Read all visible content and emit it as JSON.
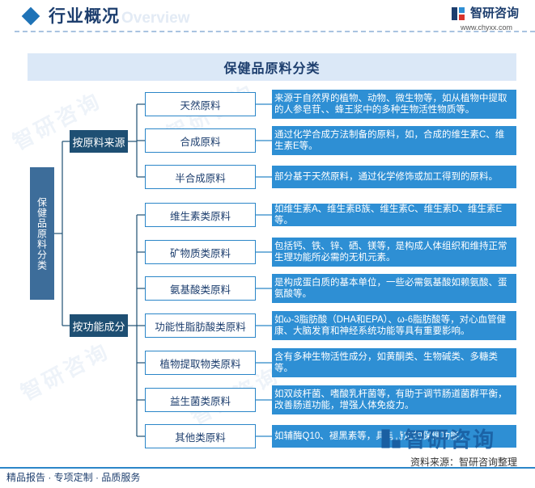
{
  "header": {
    "title": "行业概况",
    "ghost_text": "Overview",
    "brand_name": "智研咨询",
    "brand_url": "www.chyxx.com"
  },
  "diagram": {
    "title": "保健品原料分类",
    "root": "保健品原料分类",
    "branches": [
      {
        "label": "按原料来源",
        "items": [
          {
            "name": "天然原料",
            "desc": "来源于自然界的植物、动物、微生物等，如从植物中提取的人参皂苷、、蜂王浆中的多种生物活性物质等。"
          },
          {
            "name": "合成原料",
            "desc": "通过化学合成方法制备的原料，如，合成的维生素C、维生素E等。"
          },
          {
            "name": "半合成原料",
            "desc": "部分基于天然原料，通过化学修饰或加工得到的原料。"
          }
        ]
      },
      {
        "label": "按功能成分",
        "items": [
          {
            "name": "维生素类原料",
            "desc": "如维生素A、维生素B族、维生素C、维生素D、维生素E等。"
          },
          {
            "name": "矿物质类原料",
            "desc": "包括钙、铁、锌、硒、镁等，是构成人体组织和维持正常生理功能所必需的无机元素。"
          },
          {
            "name": "氨基酸类原料",
            "desc": "是构成蛋白质的基本单位，一些必需氨基酸如赖氨酸、蛋氨酸等。"
          },
          {
            "name": "功能性脂肪酸类原料",
            "desc": "如ω-3脂肪酸（DHA和EPA）、ω-6脂肪酸等，对心血管健康、大脑发育和神经系统功能等具有重要影响。"
          },
          {
            "name": "植物提取物类原料",
            "desc": "含有多种生物活性成分，如黄酮类、生物碱类、多糖类等。"
          },
          {
            "name": "益生菌类原料",
            "desc": "如双歧杆菌、嗜酸乳杆菌等，有助于调节肠道菌群平衡，改善肠道功能，增强人体免疫力。"
          },
          {
            "name": "其他类原料",
            "desc": "如辅酶Q10、褪黑素等，具有特定的保健功能。"
          }
        ]
      }
    ]
  },
  "watermark": "智研咨询",
  "source": "资料来源：智研咨询整理",
  "footer": "精品报告 · 专项定制 · 品质服务",
  "colors": {
    "accent": "#2e8fd4",
    "dark": "#1e4f73",
    "root": "#3d6d9a",
    "title_bg": "#dbe8f7"
  }
}
